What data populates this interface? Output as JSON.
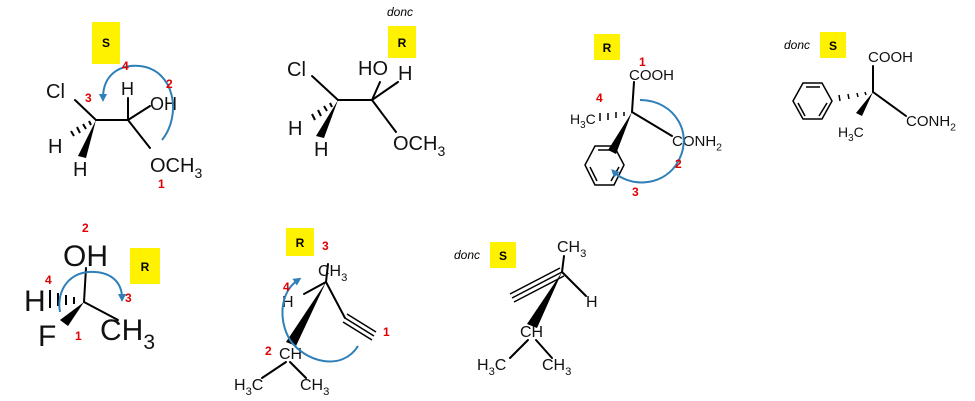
{
  "colors": {
    "badge_fill": "#fff200",
    "priority_number": "#e00000",
    "rotation_arrow": "#2f7fb8",
    "bond": "#000000"
  },
  "molecules": [
    {
      "badge": "S",
      "atoms": {
        "cl": "Cl",
        "h_top": "H",
        "oh": "OH",
        "h_left": "H",
        "h_bottom": "H",
        "och3": "OCH3"
      },
      "priorities": [
        "4",
        "2",
        "3",
        "1"
      ]
    },
    {
      "donc": "donc",
      "badge": "R",
      "atoms": {
        "cl": "Cl",
        "ho": "HO",
        "h_right": "H",
        "h_left": "H",
        "h_bottom": "H",
        "och3": "OCH3"
      }
    },
    {
      "badge": "R",
      "atoms": {
        "cooh": "COOH",
        "h3c": "H3C",
        "conh2": "CONH2"
      },
      "priorities": [
        "1",
        "4",
        "2",
        "3"
      ]
    },
    {
      "donc": "donc",
      "badge": "S",
      "atoms": {
        "cooh": "COOH",
        "conh2": "CONH2",
        "h3c": "H3C"
      }
    },
    {
      "badge": "R",
      "atoms": {
        "oh": "OH",
        "h": "H",
        "f": "F",
        "ch3": "CH3"
      },
      "priorities": [
        "2",
        "4",
        "3",
        "1"
      ]
    },
    {
      "badge": "R",
      "atoms": {
        "ch3": "CH3",
        "h": "H",
        "ch": "CH",
        "h3c": "H3C",
        "ch3_bottom": "CH3"
      },
      "priorities": [
        "3",
        "4",
        "2",
        "1"
      ]
    },
    {
      "donc": "donc",
      "badge": "S",
      "atoms": {
        "ch3": "CH3",
        "h": "H",
        "ch": "CH",
        "h3c": "H3C",
        "ch3_bottom": "CH3"
      }
    }
  ]
}
